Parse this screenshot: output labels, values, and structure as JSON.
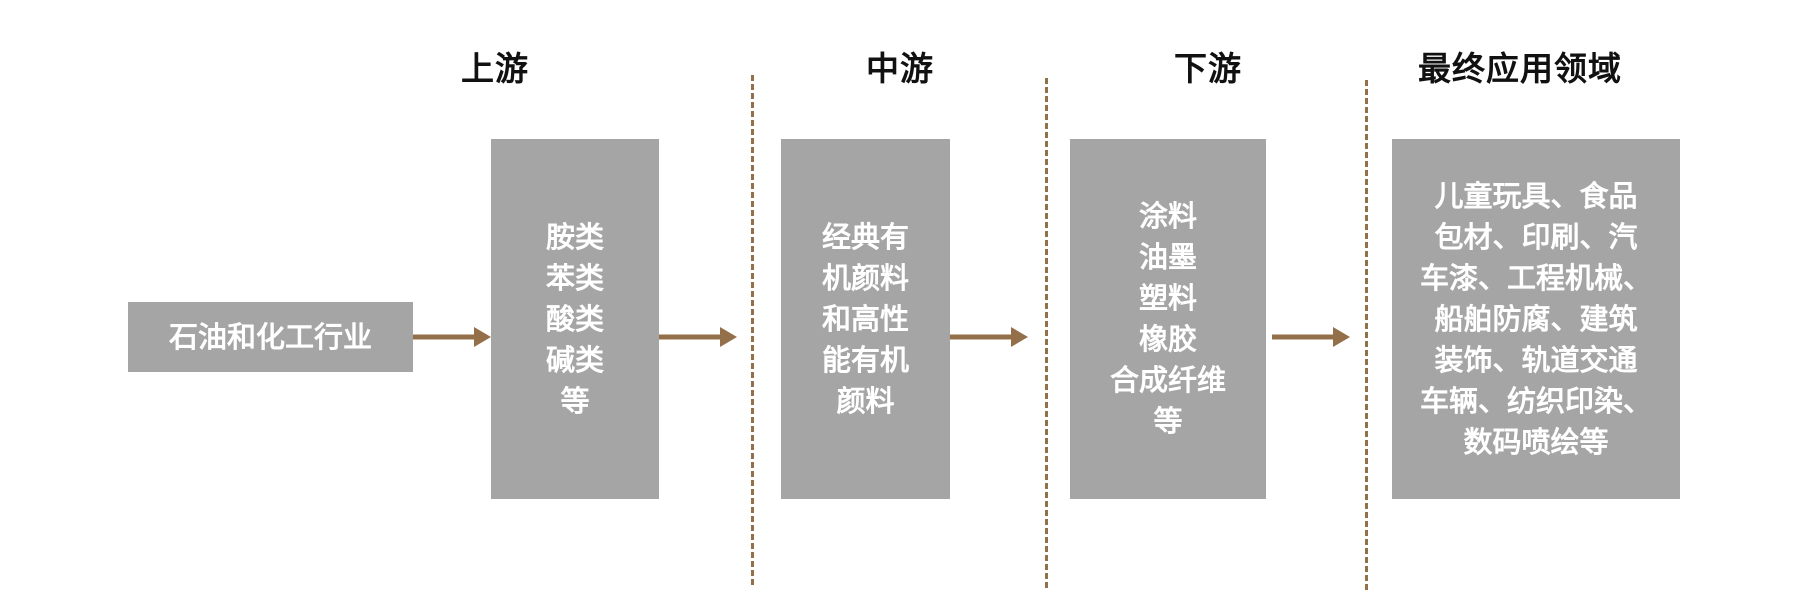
{
  "stages": {
    "upstream": "上游",
    "midstream": "中游",
    "downstream": "下游",
    "end_use": "最终应用领域"
  },
  "boxes": {
    "source": [
      "石油和化工行业"
    ],
    "upstream": [
      "胺类",
      "苯类",
      "酸类",
      "碱类",
      "等"
    ],
    "midstream": [
      "经典有",
      "机颜料",
      "和高性",
      "能有机",
      "颜料"
    ],
    "downstream": [
      "涂料",
      "油墨",
      "塑料",
      "橡胶",
      "合成纤维",
      "等"
    ],
    "end_use": [
      "儿童玩具、食品",
      "包材、印刷、汽",
      "车漆、工程机械、",
      "船舶防腐、建筑",
      "装饰、轨道交通",
      "车辆、纺织印染、",
      "数码喷绘等"
    ]
  },
  "colors": {
    "box_fill": "#a5a5a5",
    "box_text": "#ffffff",
    "arrow": "#94704a",
    "divider": "#94704a",
    "title_text": "#111111"
  }
}
